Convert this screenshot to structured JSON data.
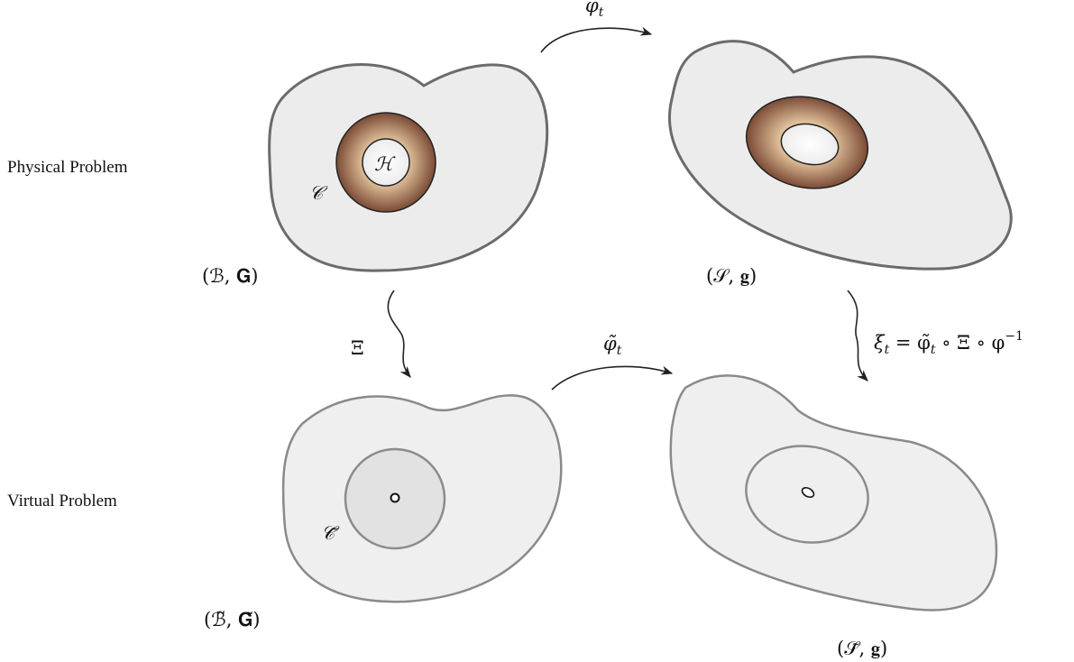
{
  "rows": {
    "physical_label": "Physical Problem",
    "virtual_label": "Virtual Problem"
  },
  "physical": {
    "reference": {
      "label": "(ℬ, 𝐆)",
      "hole_label": "ℋ",
      "cavity_label": "𝒞"
    },
    "current": {
      "label": "(𝒮, 𝐠)"
    }
  },
  "virtual": {
    "reference": {
      "label": "(ℬ̃, 𝐆̃)",
      "cavity_label": "𝒞̃"
    },
    "current": {
      "label": "(𝒮̃, 𝐠)"
    }
  },
  "maps": {
    "phi_t": "φ",
    "phi_t_sub": "t",
    "phi_tilde_t": "φ̃",
    "phi_tilde_t_sub": "t",
    "xi": "Ξ",
    "xi_t_lhs": "ξ",
    "xi_t_sub": "t",
    "xi_t_rhs": " = φ̃",
    "xi_t_rhs2": " ∘ Ξ ∘ φ",
    "xi_t_sup": "−1"
  },
  "colors": {
    "ring_outer": "#7a4a35",
    "ring_inner": "#e2c9a5",
    "body_fill": "#ececec",
    "body_stroke": "#6b6b6b",
    "virtual_stroke": "#8a8a8a"
  }
}
